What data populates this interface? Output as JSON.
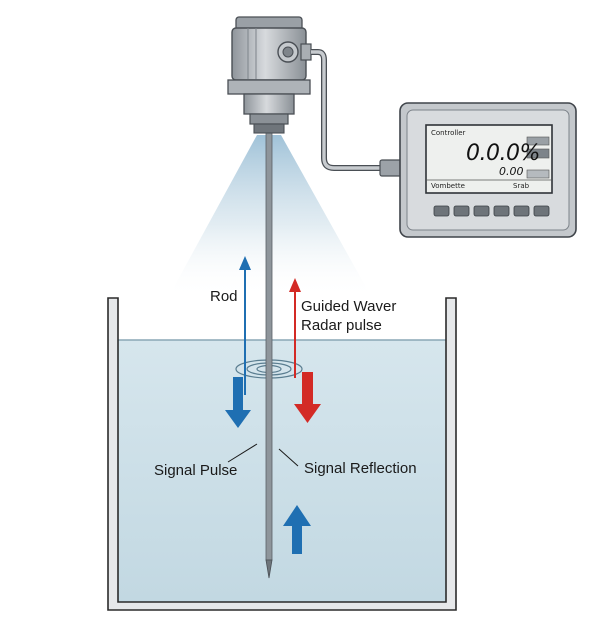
{
  "labels": {
    "rod": "Rod",
    "guided_wave": "Guided Waver",
    "radar_pulse": "Radar pulse",
    "signal_pulse": "Signal Pulse",
    "signal_reflection": "Signal Reflection"
  },
  "controller": {
    "title": "Controller",
    "reading_percent": "0.0.0%",
    "reading_small": "0.00",
    "footer_left": "Vombette",
    "footer_right": "Srab"
  },
  "colors": {
    "liquid": "#c9dde6",
    "blue_arrow": "#1f6fb2",
    "red_arrow": "#d32a25",
    "tank_outline": "#2b2b2b",
    "housing": "#b9bec3",
    "display_bg": "#eef0ee"
  }
}
